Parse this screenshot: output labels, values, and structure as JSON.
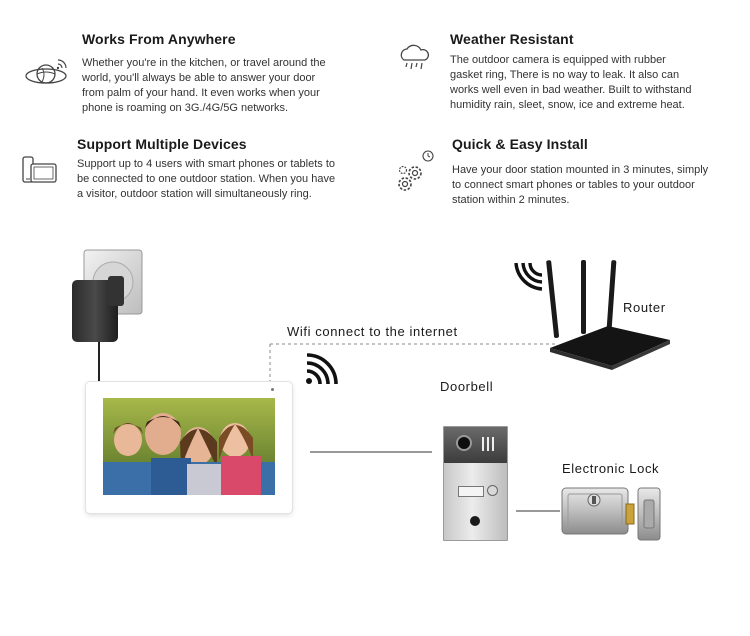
{
  "features": [
    {
      "title": "Works From Anywhere",
      "description": "Whether you're in the kitchen, or travel around the\nworld, you'll always be able to answer your door\nfrom palm of your hand. It even works when your\nphone is roaming on 3G./4G/5G networks.",
      "icon": "globe-wifi-icon"
    },
    {
      "title": "Weather Resistant",
      "description": "The outdoor camera is equipped with rubber\ngasket ring, There is no way to leak. It also can\nworks well even in bad weather. Built to withstand\nhumidity rain, sleet, snow, ice and extreme heat.",
      "icon": "rain-cloud-icon"
    },
    {
      "title": "Support Multiple Devices",
      "description": "Support up to 4 users with smart phones or tablets to\nbe connected to one outdoor station. When you have\na visitor, outdoor station will simultaneously ring.",
      "icon": "devices-icon"
    },
    {
      "title": "Quick & Easy Install",
      "description": "Have your door station mounted in 3 minutes, simply\nto connect smart phones or tables to your outdoor\nstation within 2 minutes.",
      "icon": "gears-clock-icon"
    }
  ],
  "diagram": {
    "wifi_label": "Wifi connect to the internet",
    "router_label": "Router",
    "doorbell_label": "Doorbell",
    "lock_label": "Electronic Lock"
  }
}
